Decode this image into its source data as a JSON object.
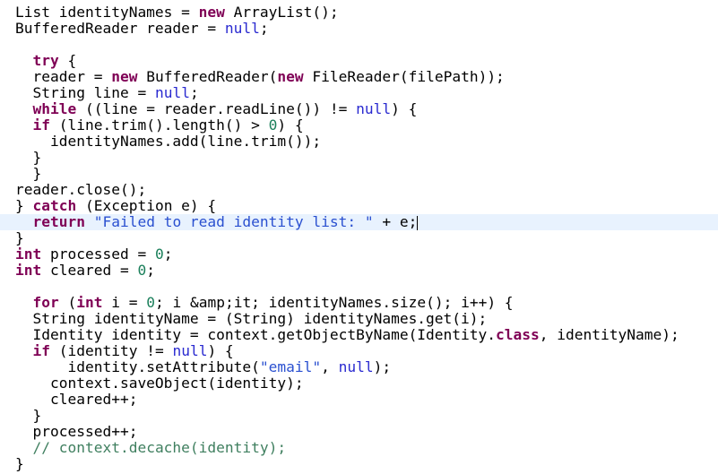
{
  "editor": {
    "current_line": 13,
    "colors": {
      "keyword": "#7f0055",
      "null": "#2a2ad0",
      "string": "#2a50d0",
      "number": "#1a7f5a",
      "comment": "#3f7f5f",
      "current_line_bg": "#e8f2fe"
    },
    "lines": [
      {
        "indent": "",
        "tokens": [
          [
            "List identityNames = ",
            ""
          ],
          [
            "new",
            "kw"
          ],
          [
            " ArrayList();",
            ""
          ]
        ]
      },
      {
        "indent": "",
        "tokens": [
          [
            "BufferedReader reader = ",
            ""
          ],
          [
            "null",
            "null"
          ],
          [
            ";",
            ""
          ]
        ]
      },
      {
        "indent": "",
        "tokens": []
      },
      {
        "indent": "  ",
        "tokens": [
          [
            "try",
            "kw"
          ],
          [
            " {",
            ""
          ]
        ]
      },
      {
        "indent": "  ",
        "tokens": [
          [
            "reader = ",
            ""
          ],
          [
            "new",
            "kw"
          ],
          [
            " BufferedReader(",
            ""
          ],
          [
            "new",
            "kw"
          ],
          [
            " FileReader(filePath));",
            ""
          ]
        ]
      },
      {
        "indent": "  ",
        "tokens": [
          [
            "String line = ",
            ""
          ],
          [
            "null",
            "null"
          ],
          [
            ";",
            ""
          ]
        ]
      },
      {
        "indent": "  ",
        "tokens": [
          [
            "while",
            "kw"
          ],
          [
            " ((line = reader.readLine()) != ",
            ""
          ],
          [
            "null",
            "null"
          ],
          [
            ") {",
            ""
          ]
        ]
      },
      {
        "indent": "  ",
        "tokens": [
          [
            "if",
            "kw"
          ],
          [
            " (line.trim().length() > ",
            ""
          ],
          [
            "0",
            "num"
          ],
          [
            ") {",
            ""
          ]
        ]
      },
      {
        "indent": "    ",
        "tokens": [
          [
            "identityNames.add(line.trim());",
            ""
          ]
        ]
      },
      {
        "indent": "  ",
        "tokens": [
          [
            "}",
            ""
          ]
        ]
      },
      {
        "indent": "  ",
        "tokens": [
          [
            "}",
            ""
          ]
        ]
      },
      {
        "indent": "",
        "tokens": [
          [
            "reader.close();",
            ""
          ]
        ]
      },
      {
        "indent": "",
        "tokens": [
          [
            "} ",
            ""
          ],
          [
            "catch",
            "kw"
          ],
          [
            " (Exception e) {",
            ""
          ]
        ]
      },
      {
        "indent": "  ",
        "tokens": [
          [
            "return",
            "kw"
          ],
          [
            " ",
            ""
          ],
          [
            "\"Failed to read identity list: \"",
            "str"
          ],
          [
            " + e;",
            ""
          ]
        ]
      },
      {
        "indent": "",
        "tokens": [
          [
            "}",
            ""
          ]
        ]
      },
      {
        "indent": "",
        "tokens": [
          [
            "int",
            "kw"
          ],
          [
            " processed = ",
            ""
          ],
          [
            "0",
            "num"
          ],
          [
            ";",
            ""
          ]
        ]
      },
      {
        "indent": "",
        "tokens": [
          [
            "int",
            "kw"
          ],
          [
            " cleared = ",
            ""
          ],
          [
            "0",
            "num"
          ],
          [
            ";",
            ""
          ]
        ]
      },
      {
        "indent": "",
        "tokens": []
      },
      {
        "indent": "  ",
        "tokens": [
          [
            "for",
            "kw"
          ],
          [
            " (",
            ""
          ],
          [
            "int",
            "kw"
          ],
          [
            " i = ",
            ""
          ],
          [
            "0",
            "num"
          ],
          [
            "; i &amp;it; identityNames.size(); i++) {",
            ""
          ]
        ]
      },
      {
        "indent": "  ",
        "tokens": [
          [
            "String identityName = (String) identityNames.get(i);",
            ""
          ]
        ]
      },
      {
        "indent": "  ",
        "tokens": [
          [
            "Identity identity = context.getObjectByName(Identity.",
            ""
          ],
          [
            "class",
            "kw"
          ],
          [
            ", identityName);",
            ""
          ]
        ]
      },
      {
        "indent": "  ",
        "tokens": [
          [
            "if",
            "kw"
          ],
          [
            " (identity != ",
            ""
          ],
          [
            "null",
            "null"
          ],
          [
            ") {",
            ""
          ]
        ]
      },
      {
        "indent": "      ",
        "tokens": [
          [
            "identity.setAttribute(",
            ""
          ],
          [
            "\"email\"",
            "str"
          ],
          [
            ", ",
            ""
          ],
          [
            "null",
            "null"
          ],
          [
            ");",
            ""
          ]
        ]
      },
      {
        "indent": "    ",
        "tokens": [
          [
            "context.saveObject(identity);",
            ""
          ]
        ]
      },
      {
        "indent": "    ",
        "tokens": [
          [
            "cleared++;",
            ""
          ]
        ]
      },
      {
        "indent": "  ",
        "tokens": [
          [
            "}",
            ""
          ]
        ]
      },
      {
        "indent": "  ",
        "tokens": [
          [
            "processed++;",
            ""
          ]
        ]
      },
      {
        "indent": "  ",
        "tokens": [
          [
            "// context.decache(identity);",
            "cmt"
          ]
        ]
      },
      {
        "indent": "",
        "tokens": [
          [
            "}",
            ""
          ]
        ]
      }
    ]
  }
}
